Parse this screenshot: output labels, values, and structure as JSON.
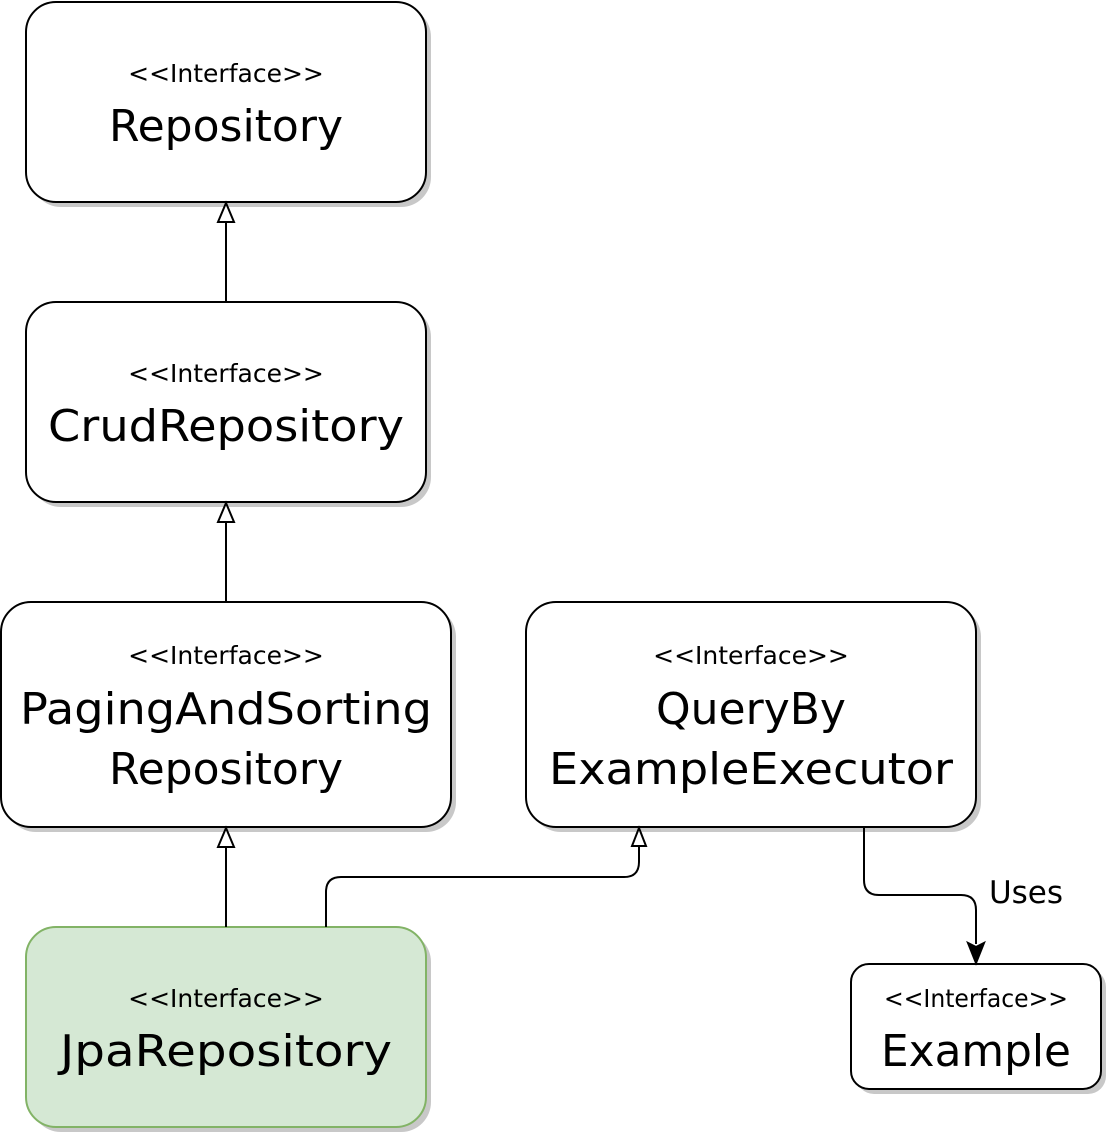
{
  "diagram": {
    "nodes": {
      "repository": {
        "stereotype": "<<Interface>>",
        "name": "Repository"
      },
      "crud": {
        "stereotype": "<<Interface>>",
        "name": "CrudRepository"
      },
      "paging": {
        "stereotype": "<<Interface>>",
        "name_line1": "PagingAndSorting",
        "name_line2": "Repository"
      },
      "query": {
        "stereotype": "<<Interface>>",
        "name_line1": "QueryBy",
        "name_line2": "ExampleExecutor"
      },
      "jpa": {
        "stereotype": "<<Interface>>",
        "name": "JpaRepository"
      },
      "example": {
        "stereotype": "<<Interface>>",
        "name": "Example"
      }
    },
    "edges": {
      "uses_label": "Uses"
    },
    "colors": {
      "node_fill": "#ffffff",
      "node_stroke": "#000000",
      "highlight_fill": "#d5e8d4",
      "highlight_stroke": "#82b366",
      "shadow": "#c8c8c8"
    }
  }
}
